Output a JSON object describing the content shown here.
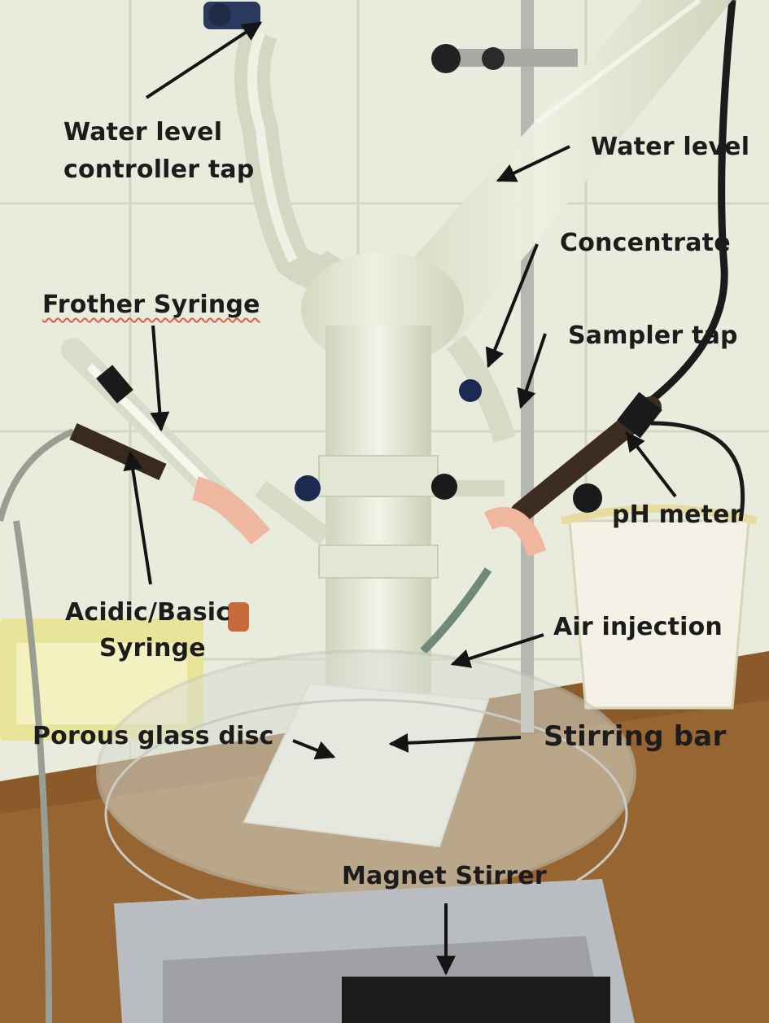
{
  "labels": {
    "water_level_controller_tap_line1": "Water level",
    "water_level_controller_tap_line2": "controller tap",
    "water_level": "Water level",
    "concentrate": "Concentrate",
    "sampler_tap": "Sampler tap",
    "frother_syringe": "Frother Syringe",
    "ph_meter": "pH meter",
    "acidic_basic_syringe_line1": "Acidic/Basic",
    "acidic_basic_syringe_line2": "Syringe",
    "air_injection": "Air injection",
    "porous_glass_disc": "Porous glass disc",
    "stirring_bar": "Stirring bar",
    "magnet_stirrer": "Magnet Stirrer"
  },
  "colors": {
    "wall_tiles": "#e9ecdc",
    "glass": "#dfe3cf",
    "label_text": "#1c1c1c",
    "arrow": "#141414",
    "wood_bench": "#8a5a2a",
    "foil": "#b9bcc0"
  }
}
